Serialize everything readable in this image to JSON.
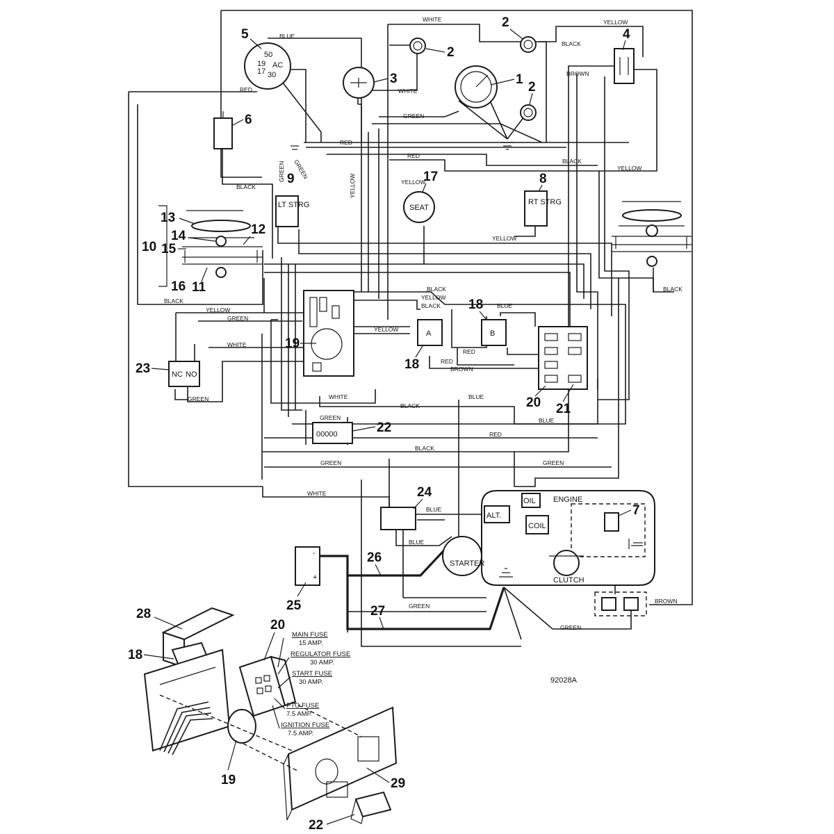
{
  "figure_id": "92028A",
  "callouts": [
    "1",
    "2",
    "2",
    "2",
    "3",
    "4",
    "5",
    "6",
    "7",
    "8",
    "9",
    "10",
    "11",
    "12",
    "13",
    "14",
    "15",
    "16",
    "17",
    "18",
    "18",
    "18",
    "19",
    "19",
    "20",
    "20",
    "21",
    "22",
    "22",
    "23",
    "24",
    "25",
    "26",
    "27",
    "28",
    "29"
  ],
  "wire_colors": [
    "WHITE",
    "YELLOW",
    "BLUE",
    "BLACK",
    "BROWN",
    "RED",
    "GREEN"
  ],
  "component_labels": {
    "ignition_terminals": [
      "50",
      "19",
      "AC",
      "17",
      "30"
    ],
    "lt_strg": "LT STRG",
    "rt_strg": "RT STRG",
    "seat": "SEAT",
    "relay_a": "A",
    "relay_b": "B",
    "switch_nc": "NC",
    "switch_no": "NO",
    "hour_meter": "00000",
    "alt": "ALT.",
    "oil": "OIL",
    "coil": "COIL",
    "engine": "ENGINE",
    "starter": "STARTER",
    "clutch": "CLUTCH",
    "battery_minus": "-",
    "battery_plus": "+"
  },
  "fuse_notes": [
    {
      "name": "MAIN FUSE",
      "rating": "15 AMP."
    },
    {
      "name": "REGULATOR FUSE",
      "rating": "30 AMP."
    },
    {
      "name": "START FUSE",
      "rating": "30 AMP."
    },
    {
      "name": "PTO FUSE",
      "rating": "7.5 AMP."
    },
    {
      "name": "IGNITION FUSE",
      "rating": "7.5 AMP."
    }
  ]
}
